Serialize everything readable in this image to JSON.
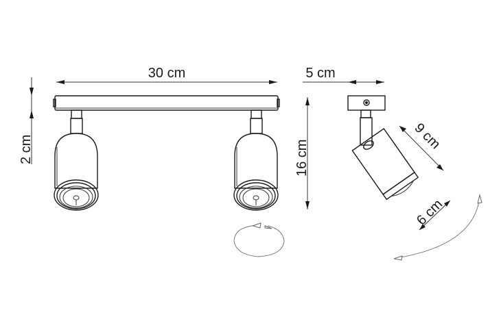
{
  "diagram": {
    "type": "technical-drawing",
    "subject": "double ceiling spotlight bar",
    "dimensions": {
      "width": "30 cm",
      "height": "16 cm",
      "depth": "5 cm",
      "base_height": "2 cm",
      "shade_length": "9 cm",
      "shade_diameter": "6 cm"
    },
    "views": [
      {
        "name": "front-view",
        "spotlights": 2
      },
      {
        "name": "side-view",
        "spotlights": 1,
        "tilted": true
      }
    ],
    "indicators": [
      {
        "name": "rotation-indicator",
        "kind": "horizontal rotation ellipse"
      },
      {
        "name": "tilt-indicator",
        "kind": "tilt arc"
      }
    ],
    "colors": {
      "line": "#1a1a1a",
      "dimension": "#333333",
      "indicator": "#777777",
      "background": "#ffffff"
    }
  }
}
